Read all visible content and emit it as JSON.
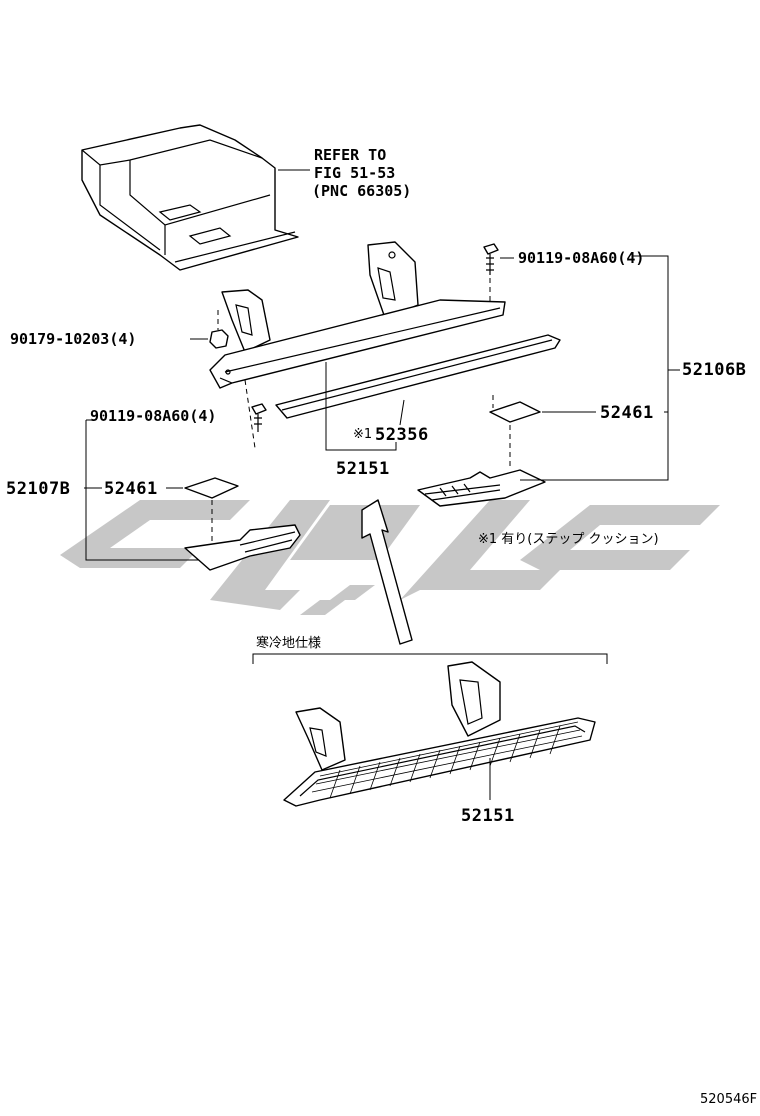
{
  "figure_code": "520546F",
  "reference": {
    "line1": "REFER TO",
    "line2": "FIG 51-53",
    "line3": "(PNC 66305)"
  },
  "labels": {
    "bolt_top_right": "90119-08A60(4)",
    "nut_left": "90179-10203(4)",
    "bolt_left": "90119-08A60(4)",
    "assy_right": "52106B",
    "assy_left": "52107B",
    "pad_right": "52461",
    "pad_left": "52461",
    "cushion": "52356",
    "cushion_marker": "※1",
    "step": "52151",
    "step_cold": "52151"
  },
  "notes": {
    "footnote": "※1 有り(ステップ クッション)",
    "cold_climate": "寒冷地仕様"
  },
  "watermark_color": "#bdbdbd"
}
